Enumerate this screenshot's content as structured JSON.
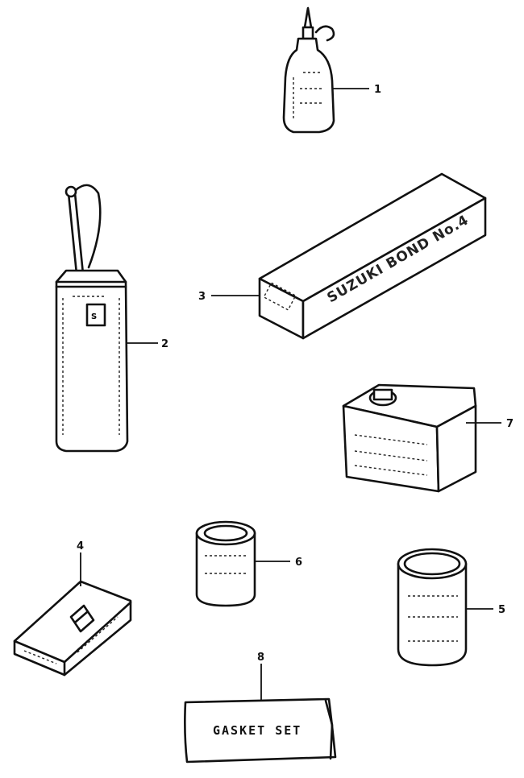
{
  "callouts": {
    "c1": "1",
    "c2": "2",
    "c3": "3",
    "c4": "4",
    "c5": "5",
    "c6": "6",
    "c7": "7",
    "c8": "8"
  },
  "gasket_label": "GASKET SET",
  "bond_box_label": "SUZUKI BOND No.4"
}
